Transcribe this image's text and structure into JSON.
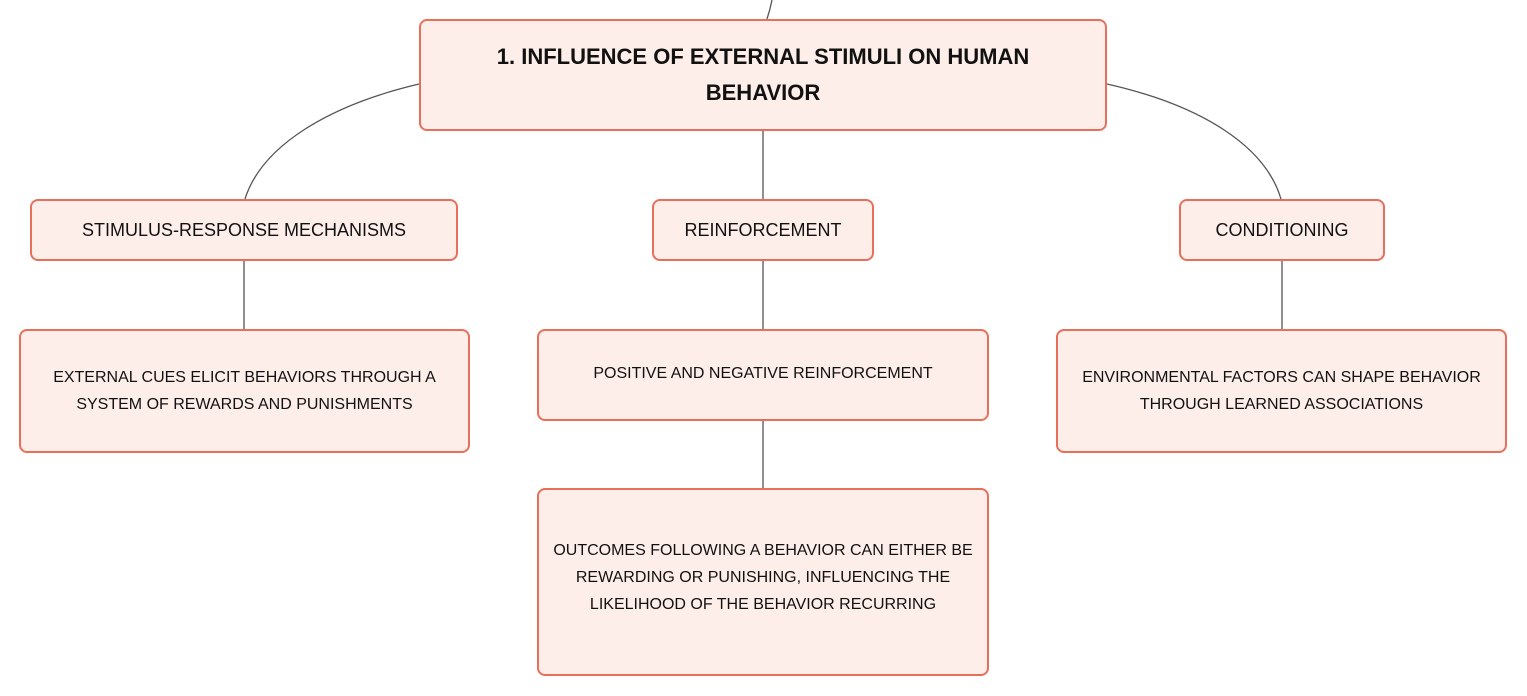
{
  "colors": {
    "node_fill": "#fdeee9",
    "node_border": "#e8705a",
    "connector": "#555555",
    "text": "#111111"
  },
  "diagram": {
    "root": {
      "label": "1. INFLUENCE OF EXTERNAL STIMULI ON HUMAN BEHAVIOR"
    },
    "branches": [
      {
        "label": "STIMULUS-RESPONSE MECHANISMS",
        "children": [
          {
            "label": "EXTERNAL CUES ELICIT BEHAVIORS THROUGH A SYSTEM OF REWARDS AND PUNISHMENTS"
          }
        ]
      },
      {
        "label": "REINFORCEMENT",
        "children": [
          {
            "label": "POSITIVE AND NEGATIVE REINFORCEMENT"
          },
          {
            "label": "OUTCOMES FOLLOWING A BEHAVIOR CAN EITHER BE REWARDING OR PUNISHING, INFLUENCING THE LIKELIHOOD OF THE BEHAVIOR RECURRING"
          }
        ]
      },
      {
        "label": "CONDITIONING",
        "children": [
          {
            "label": "ENVIRONMENTAL FACTORS CAN SHAPE BEHAVIOR THROUGH LEARNED ASSOCIATIONS"
          }
        ]
      }
    ]
  }
}
